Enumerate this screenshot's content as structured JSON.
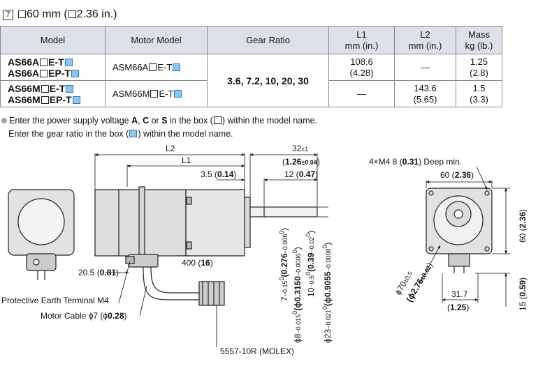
{
  "header": {
    "number": "7",
    "title": "60 mm (",
    "title_suffix": "2.36 in.)"
  },
  "table": {
    "headers": {
      "model": "Model",
      "motor_model": "Motor Model",
      "gear_ratio": "Gear Ratio",
      "l1": "L1",
      "l1_unit": "mm (in.)",
      "l2": "L2",
      "l2_unit": "mm (in.)",
      "mass": "Mass",
      "mass_unit": "kg (lb.)"
    },
    "rows": [
      {
        "model_a_prefix": "AS66A",
        "model_a_mid": "E-T",
        "model_b_prefix": "AS66A",
        "model_b_mid": "EP-T",
        "motor_prefix": "ASM66A",
        "motor_mid": "E-T",
        "l1": "108.6",
        "l1_in": "(4.28)",
        "l2": "—",
        "mass": "1.25",
        "mass_lb": "(2.8)"
      },
      {
        "model_a_prefix": "AS66M",
        "model_a_mid": "E-T",
        "model_b_prefix": "AS66M",
        "model_b_mid": "EP-T",
        "motor_prefix": "ASM66M",
        "motor_mid": "E-T",
        "l1": "—",
        "l2": "143.6",
        "l2_in": "(5.65)",
        "mass": "1.5",
        "mass_lb": "(3.3)"
      }
    ],
    "gear_ratio_value": "3.6, 7.2, 10, 20, 30"
  },
  "notes": {
    "line1_a": "Enter the power supply voltage ",
    "line1_A": "A",
    "line1_comma": ", ",
    "line1_C": "C",
    "line1_or": " or ",
    "line1_S": "S",
    "line1_b": " in the box (",
    "line1_c": ") within the model name.",
    "line2_a": "Enter the gear ratio in the box (",
    "line2_b": ") within the model name."
  },
  "drawing": {
    "l2": "L2",
    "l1": "L1",
    "dim_32": "32",
    "dim_32_tol": "±1",
    "dim_126": "1.26",
    "dim_126_tol": "±0.04",
    "dim_35": "3.5 (",
    "dim_35_b": "0.14",
    "dim_12": "12 (",
    "dim_12_b": "0.47",
    "dim_205": "20.5 (",
    "dim_205_b": "0.81",
    "dim_400": "400 (",
    "dim_400_b": "16",
    "v7": "7",
    "v7_tol": "−0.15",
    "v7_in": "(0.276",
    "v7_in_tol": "−0.006",
    "v8": "ϕ8",
    "v8_tol": "−0.015",
    "v8_in": "(ϕ0.3150",
    "v8_in_tol": "−0.0006",
    "v10": "10",
    "v10_tol": "−0.5",
    "v10_in": "(0.39",
    "v10_in_tol": "−0.02",
    "v23": "ϕ23",
    "v23_tol": "−0.021",
    "v23_in": "(ϕ0.9055",
    "v23_in_tol": "−0.0008",
    "zero": "0",
    "close_paren": ")",
    "m4": "4×M4  8 (",
    "m4_b": "0.31",
    "m4_c": ") Deep min.",
    "dim_60h": "60 (",
    "dim_60h_b": "2.36",
    "dim_60v": "60 (",
    "dim_60v_b": "2.36",
    "phi70": "ϕ70",
    "phi70_tol": "±0.5",
    "phi276": "(ϕ2.76",
    "phi276_tol": "±0.02",
    "dim_317": "31.7",
    "dim_125": "1.25",
    "dim_15": "15 (",
    "dim_15_b": "0.59",
    "earth_label": "Protective Earth Terminal M4",
    "cable_label": "Motor Cable ϕ7 (ϕ",
    "cable_label_b": "0.28",
    "molex_label": "5557-10R (MOLEX)"
  }
}
